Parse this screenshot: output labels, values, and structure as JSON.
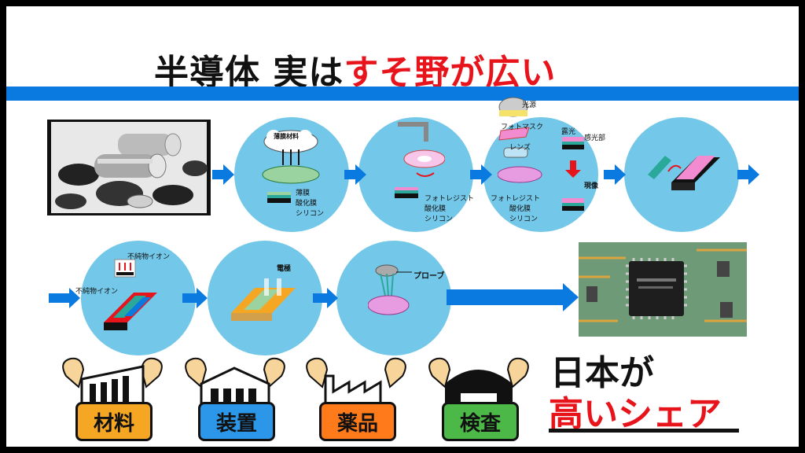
{
  "title": {
    "part1": "半導体 実は",
    "part2": "すそ野が広い"
  },
  "colors": {
    "band": "#0a7ae0",
    "circle": "#73c7e8",
    "accent_red": "#e8141c",
    "materials": "#f5a623",
    "equipment": "#2c97e8",
    "chemicals": "#ff7a1a",
    "inspection": "#4cb848"
  },
  "steps": {
    "deposition": {
      "cloud": "薄膜材料",
      "l1": "薄膜",
      "l2": "酸化膜",
      "l3": "シリコン"
    },
    "coating": {
      "l1": "フォトレジスト",
      "l2": "酸化膜",
      "l3": "シリコン"
    },
    "lithography": {
      "light": "光源",
      "mask": "フォトマスク",
      "lens": "レンズ",
      "exposure": "露光",
      "exposed": "感光部",
      "develop": "現像",
      "l1": "フォトレジスト",
      "l2": "酸化膜",
      "l3": "シリコン"
    },
    "implant": {
      "top": "不純物イオン",
      "left": "不純物イオン"
    },
    "electrode": {
      "label": "電極"
    },
    "probe": {
      "label": "プローブ"
    }
  },
  "categories": [
    "材料",
    "装置",
    "薬品",
    "検査"
  ],
  "share": {
    "line1": "日本が",
    "line2": "高いシェア"
  }
}
